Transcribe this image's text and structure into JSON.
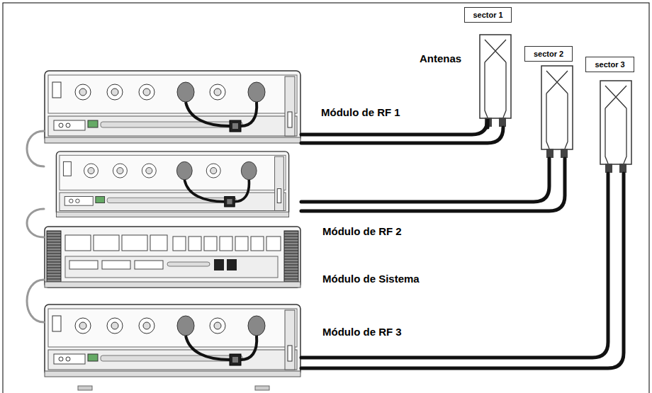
{
  "diagram": {
    "nodes": [
      {
        "text": [
          "Módulo de RF 1"
        ]
      },
      {
        "text": [
          "Módulo de RF 2"
        ]
      },
      {
        "text": [
          "Módulo de Sistema"
        ]
      },
      {
        "text": [
          "Módulo de RF 3"
        ]
      },
      {
        "text": [
          "sector 1"
        ]
      },
      {
        "text": [
          "sector 2"
        ]
      },
      {
        "text": [
          "sector 3"
        ]
      }
    ],
    "edges": [
      {
        "from": 0,
        "to": 4,
        "arrow": "none"
      },
      {
        "from": 0,
        "to": 4,
        "arrow": "none"
      },
      {
        "from": 1,
        "to": 5,
        "arrow": "none"
      },
      {
        "from": 1,
        "to": 5,
        "arrow": "none"
      },
      {
        "from": 3,
        "to": 6,
        "arrow": "none"
      },
      {
        "from": 3,
        "to": 6,
        "arrow": "none"
      },
      {
        "from": 0,
        "to": 1,
        "arrow": "none"
      },
      {
        "from": 1,
        "to": 2,
        "arrow": "none"
      },
      {
        "from": 2,
        "to": 3,
        "arrow": "none"
      }
    ],
    "labels": [
      "Antenas"
    ]
  }
}
